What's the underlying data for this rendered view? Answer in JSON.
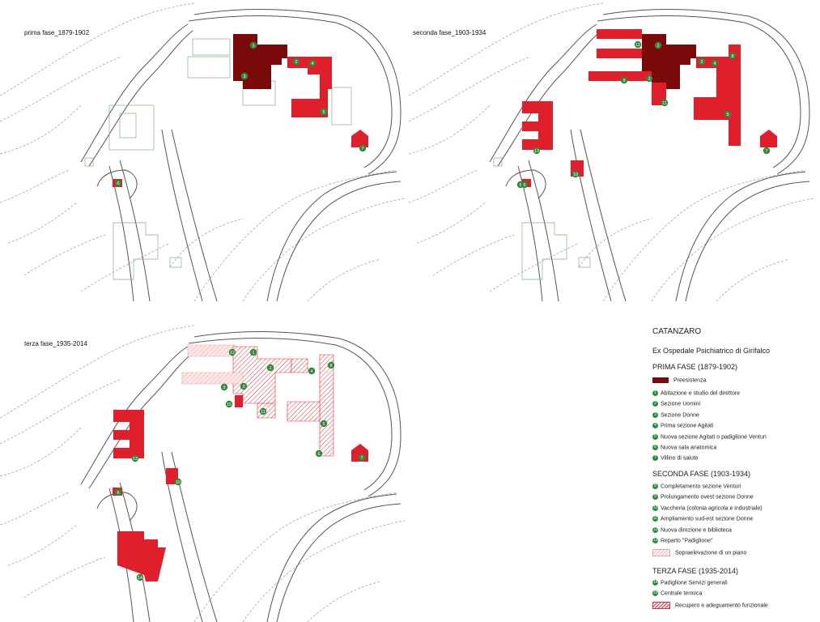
{
  "colors": {
    "preesistenza": "#7a0a0a",
    "new_building": "#e01f2d",
    "sopraelevazione": "#f3b9bf",
    "recupero": "#e0303f",
    "terrain": "#9a9a9a",
    "road": "#555555",
    "green_outline": "#7fb07f",
    "number_marker": "#2e8a3a"
  },
  "panels": {
    "phase1": {
      "title": "prima fase_1879-1902"
    },
    "phase2": {
      "title": "seconda fase_1903-1934"
    },
    "phase3": {
      "title": "terza fase_1935-2014"
    }
  },
  "map_labels": {
    "phase1": [
      "1",
      "2",
      "3",
      "4",
      "5",
      "6",
      "7"
    ],
    "phase2": [
      "12",
      "1",
      "2",
      "4",
      "8",
      "9",
      "3",
      "11",
      "5",
      "6",
      "13",
      "10",
      "6",
      "7"
    ],
    "phase3": [
      "12",
      "1",
      "2",
      "4",
      "8",
      "9",
      "3",
      "15",
      "11",
      "5",
      "6",
      "13",
      "10",
      "6",
      "7",
      "14"
    ]
  },
  "legend": {
    "city": "CATANZARO",
    "subtitle": "Ex Ospedale Psichiatrico di Girifalco",
    "section1_title": "PRIMA FASE (1879-1902)",
    "preesistenza": "Preesistenza",
    "items1": [
      {
        "num": "1",
        "label": "Abitazione e studio del direttore"
      },
      {
        "num": "2",
        "label": "Sezione Uomini"
      },
      {
        "num": "3",
        "label": "Sezione Donne"
      },
      {
        "num": "4",
        "label": "Prima sezione Agitati"
      },
      {
        "num": "5",
        "label": "Nuova sezione Agitati o padiglione Venturi"
      },
      {
        "num": "6",
        "label": "Nuova sala anatomica"
      },
      {
        "num": "7",
        "label": "Villino di salute"
      }
    ],
    "section2_title": "SECONDA FASE (1903-1934)",
    "items2": [
      {
        "num": "8",
        "label": "Completamento sezione Venturi"
      },
      {
        "num": "9",
        "label": "Prolungamento ovest sezione Donne"
      },
      {
        "num": "10",
        "label": "Vaccheria (colonia agricola e industriale)"
      },
      {
        "num": "11",
        "label": "Ampliamento sud-est sezione Donne"
      },
      {
        "num": "12",
        "label": "Nuova direzione e biblioteca"
      },
      {
        "num": "13",
        "label": "Reparto \"Padiglione\""
      }
    ],
    "sopraelevazione": "Sopraelevazione di un piano",
    "section3_title": "TERZA FASE (1935-2014)",
    "items3": [
      {
        "num": "14",
        "label": "Padiglione Servizi generali"
      },
      {
        "num": "15",
        "label": "Centrale termica"
      }
    ],
    "recupero": "Recupero e adeguamento funzionale"
  }
}
